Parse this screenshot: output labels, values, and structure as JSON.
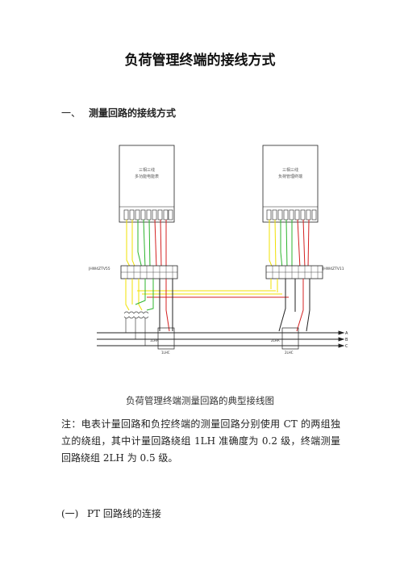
{
  "document": {
    "title": "负荷管理终端的接线方式",
    "section1": {
      "number": "一、",
      "heading": "测量回路的接线方式"
    },
    "figure": {
      "meter_box_label": "三相三线\n多功能电能表",
      "terminal_box_label": "三相三线\n负荷管理终端",
      "left_terminal_block_label": "JHW4ZTV55",
      "right_terminal_block_label": "JHW4ZTV11",
      "ct_left_label": "1LHA",
      "ct_left_bottom_label": "1LHC",
      "ct_right_label": "2LHA",
      "ct_right_bottom_label": "2LHC",
      "phase_labels": [
        "A",
        "B",
        "C"
      ],
      "caption": "负荷管理终端测量回路的典型接线图"
    },
    "note": "注：电表计量回路和负控终端的测量回路分别使用 CT 的两组独立的绕组，其中计量回路绕组 1LH 准确度为 0.2 级，终端测量回路绕组 2LH 为 0.5 级。",
    "subsection1": {
      "number": "(一)",
      "heading": "PT 回路线的连接"
    }
  },
  "colors": {
    "yellow": "#f0e000",
    "green": "#2db52d",
    "red": "#d42020",
    "black": "#111111"
  }
}
